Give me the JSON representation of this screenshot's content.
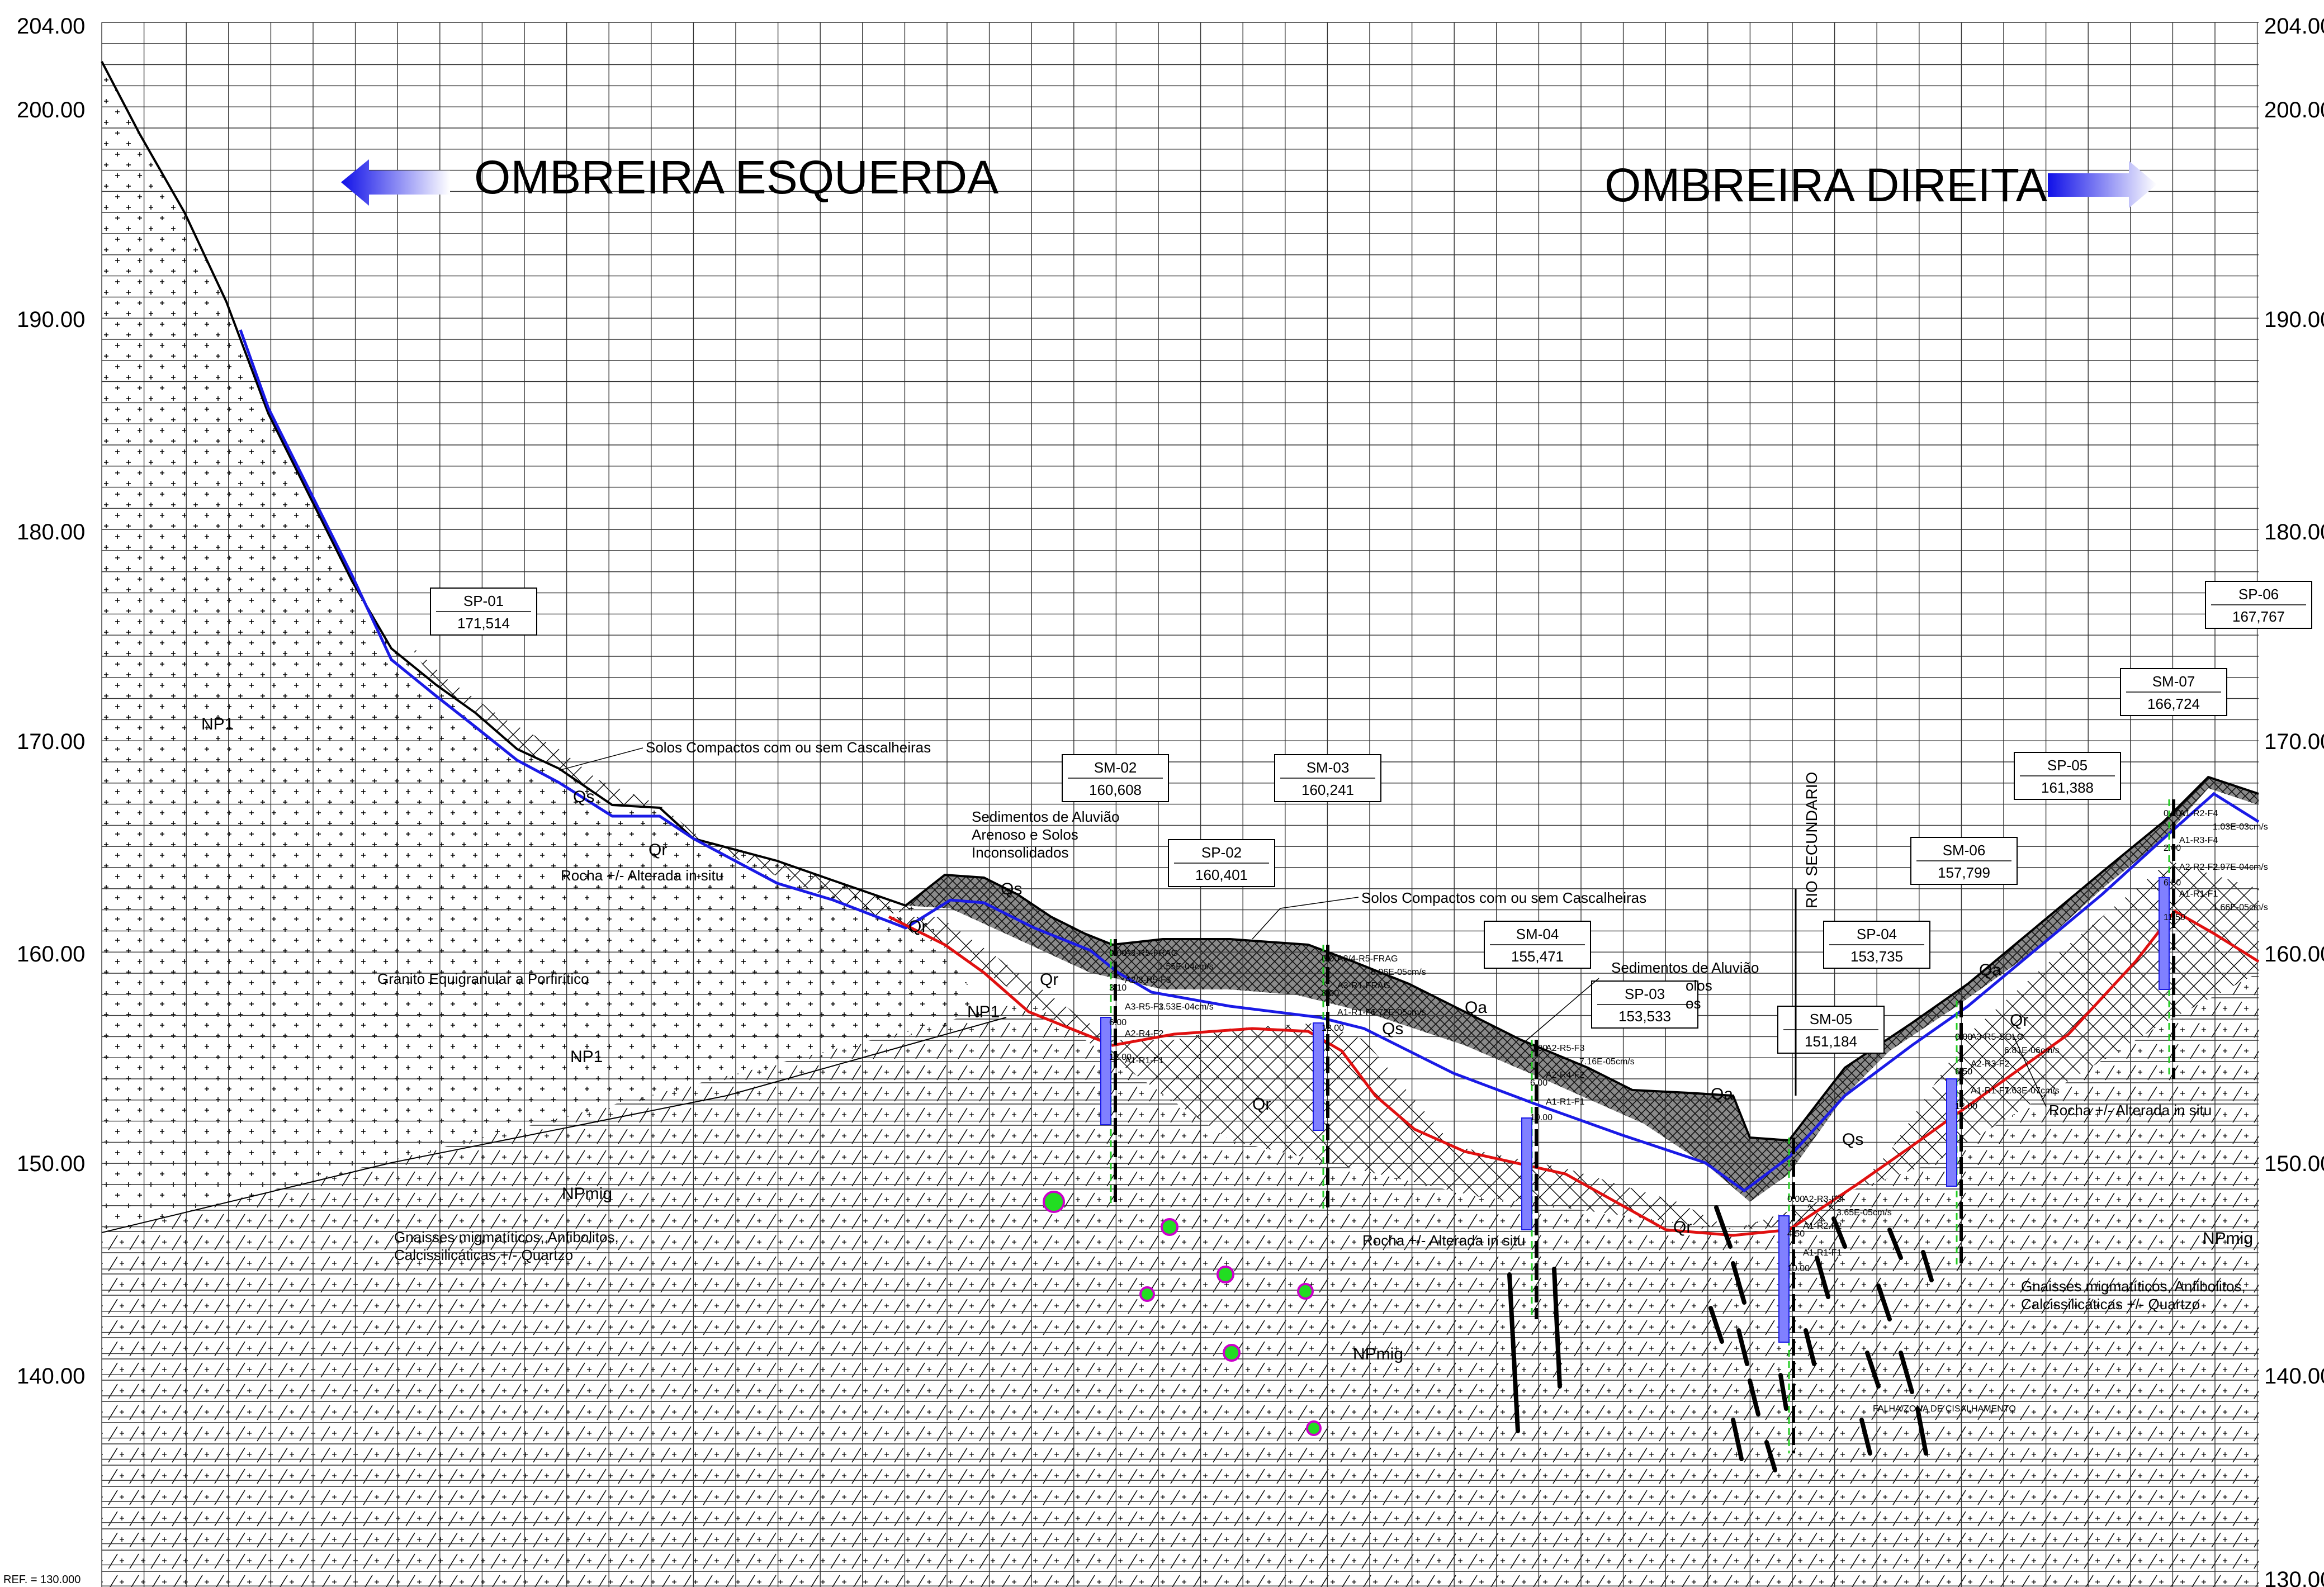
{
  "elevations": [
    "204.00",
    "200.00",
    "190.00",
    "180.00",
    "170.00",
    "160.00",
    "150.00",
    "140.00",
    "130.00"
  ],
  "reference": "REF. = 130.000",
  "headers": {
    "left": "OMBREIRA ESQUERDA",
    "right": "OMBREIRA DIREITA"
  },
  "river_label": "RIO SECUNDARIO",
  "boreholes": [
    {
      "name": "SP-01",
      "elev": "171,514"
    },
    {
      "name": "SM-02",
      "elev": "160,608"
    },
    {
      "name": "SP-02",
      "elev": "160,401"
    },
    {
      "name": "SM-03",
      "elev": "160,241"
    },
    {
      "name": "SM-04",
      "elev": "155,471"
    },
    {
      "name": "SP-03",
      "elev": "153,533"
    },
    {
      "name": "SM-05",
      "elev": "151,184"
    },
    {
      "name": "SP-04",
      "elev": "153,735"
    },
    {
      "name": "SM-06",
      "elev": "157,799"
    },
    {
      "name": "SP-05",
      "elev": "161,388"
    },
    {
      "name": "SM-07",
      "elev": "166,724"
    },
    {
      "name": "SP-06",
      "elev": "167,767"
    }
  ],
  "units": {
    "np1_a": "NP1",
    "np1_b": "NP1",
    "np1_c": "NP1",
    "npmig_a": "NPmig",
    "npmig_b": "NPmig",
    "npmig_c": "NPmig",
    "qs_a": "Qs",
    "qs_b": "Qs",
    "qs_c": "Qs",
    "qs_d": "Qs",
    "qr_a": "Qr",
    "qr_b": "Qr",
    "qr_c": "Qr",
    "qr_d": "Qr",
    "qr_e": "Qr",
    "qr_f": "Qr",
    "qa_a": "Qa",
    "qa_b": "Qa",
    "qa_c": "Qa"
  },
  "annotations": {
    "solos_1": "Solos Compactos com ou sem Cascalheiras",
    "solos_2": "Solos Compactos com ou sem Cascalheiras",
    "sed_1a": "Sedimentos de Aluvião",
    "sed_1b": "Arenoso e Solos",
    "sed_1c": "Inconsolidados",
    "sed_2a": "Sedimentos de Aluvião",
    "sed_2b": "olos",
    "sed_2c": "os",
    "rocha_1": "Rocha +/- Alterada in situ",
    "rocha_2": "Rocha +/- Alterada in situ",
    "rocha_3": "Rocha +/- Alterada in situ",
    "granito": "Granito Equigranular a Porfirítico",
    "gnaisses_l1": "Gnaisses migmatíticos, Anfibolitos,",
    "gnaisses_l2": "Calcissilicáticas +/- Quartzo",
    "gnaisses_r1": "Gnaisses migmatíticos, Anfibolitos,",
    "gnaisses_r2": "Calcissilicáticas +/- Quartzo",
    "shear_zone": "FALHA/ZONA DE CISALHAMENTO"
  },
  "log_tags": {
    "sm02_1": "A3-R5-FRAG",
    "sm02_2": "A2/3-R5-F3",
    "sm02_3": "A3-R5-F3",
    "sm02_4": "A2-R4-F2",
    "sm02_5": "A1-R1-F1",
    "sm02_d1": "0.00",
    "sm02_d2": "3.10",
    "sm02_d3": "6.00",
    "sm02_d4": "12.00",
    "sm02_k1": "1.55E-04cm/s",
    "sm02_k2": "1.53E-04cm/s",
    "sm03_1": "A3/4-R5-FRAG",
    "sm03_2": "A3-R1-FRAG",
    "sm03_3": "A1-R1-F1",
    "sm03_d1": "0.00",
    "sm03_d2": "8.00",
    "sm03_d3": "12.00",
    "sm03_k1": "8.06E-05cm/s",
    "sm03_k2": "6.72E-05cm/s",
    "sm04_1": "A2-R5-F3",
    "sm04_2": "A2-R4-F2",
    "sm04_3": "A1-R1-F1",
    "sm04_d1": "0.00",
    "sm04_d2": "6.00",
    "sm04_d3": "10.00",
    "sm04_k1": "7.16E-05cm/s",
    "sm05_1": "A2-R3-F3",
    "sm05_2": "A1-R2-F2",
    "sm05_3": "A1-R1-F1",
    "sm05_d1": "0.00",
    "sm05_d2": "4.50",
    "sm05_d3": "10.00",
    "sm05_k1": "3.65E-05cm/s",
    "sm06_1": "A3-R5-SOLO",
    "sm06_2": "A2-R3-F2",
    "sm06_3": "A1-R1-F1",
    "sm06_d1": "0.00",
    "sm06_d2": "6.50",
    "sm06_d3": "12.00",
    "sm06_k1": "6.81E-06cm/s",
    "sm06_k2": "7.63E-07cm/s",
    "sm07_1": "A1-R2-F4",
    "sm07_2": "A1-R3-F4",
    "sm07_3": "A2-R2-F2",
    "sm07_4": "A1-R1-F1",
    "sm07_d1": "0.00",
    "sm07_d2": "2.00",
    "sm07_d3": "6.50",
    "sm07_d4": "11.50",
    "sm07_k1": "1.03E-03cm/s",
    "sm07_k2": "2.97E-04cm/s",
    "sm07_k3": "1.66E-05cm/s"
  },
  "colors": {
    "terrain": "#000000",
    "blue_line": "#1a1ae6",
    "red_line": "#e01010",
    "grid": "#222222",
    "water_pct": "#22cc22",
    "marker": "#22dd22",
    "marker_ring": "#cc00cc",
    "log_fill": "#8080ff"
  }
}
